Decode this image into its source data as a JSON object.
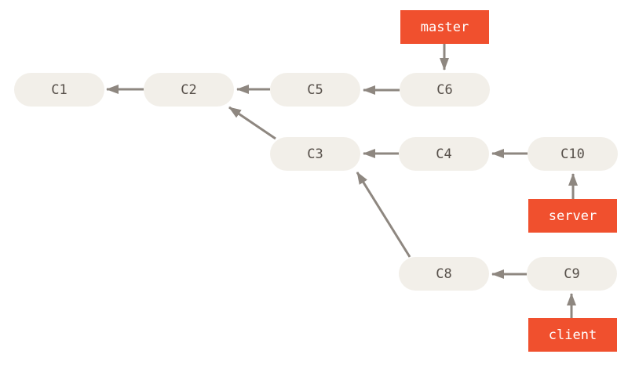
{
  "diagram": {
    "type": "git-commit-graph",
    "background_color": "#ffffff",
    "colors": {
      "commit_fill": "#f2efe9",
      "commit_text": "#57504a",
      "branch_fill": "#f0502e",
      "branch_text": "#ffffff",
      "arrow": "#8e8780"
    },
    "commits": [
      {
        "id": "C1",
        "label": "C1"
      },
      {
        "id": "C2",
        "label": "C2"
      },
      {
        "id": "C3",
        "label": "C3"
      },
      {
        "id": "C4",
        "label": "C4"
      },
      {
        "id": "C5",
        "label": "C5"
      },
      {
        "id": "C6",
        "label": "C6"
      },
      {
        "id": "C8",
        "label": "C8"
      },
      {
        "id": "C9",
        "label": "C9"
      },
      {
        "id": "C10",
        "label": "C10"
      }
    ],
    "branches": [
      {
        "label": "master",
        "points_to": "C6"
      },
      {
        "label": "server",
        "points_to": "C10"
      },
      {
        "label": "client",
        "points_to": "C9"
      }
    ],
    "edges": [
      {
        "from": "C2",
        "to": "C1"
      },
      {
        "from": "C5",
        "to": "C2"
      },
      {
        "from": "C6",
        "to": "C5"
      },
      {
        "from": "C3",
        "to": "C2"
      },
      {
        "from": "C4",
        "to": "C3"
      },
      {
        "from": "C10",
        "to": "C4"
      },
      {
        "from": "C8",
        "to": "C3"
      },
      {
        "from": "C9",
        "to": "C8"
      },
      {
        "from": "master",
        "to": "C6"
      },
      {
        "from": "server",
        "to": "C10"
      },
      {
        "from": "client",
        "to": "C9"
      }
    ]
  }
}
